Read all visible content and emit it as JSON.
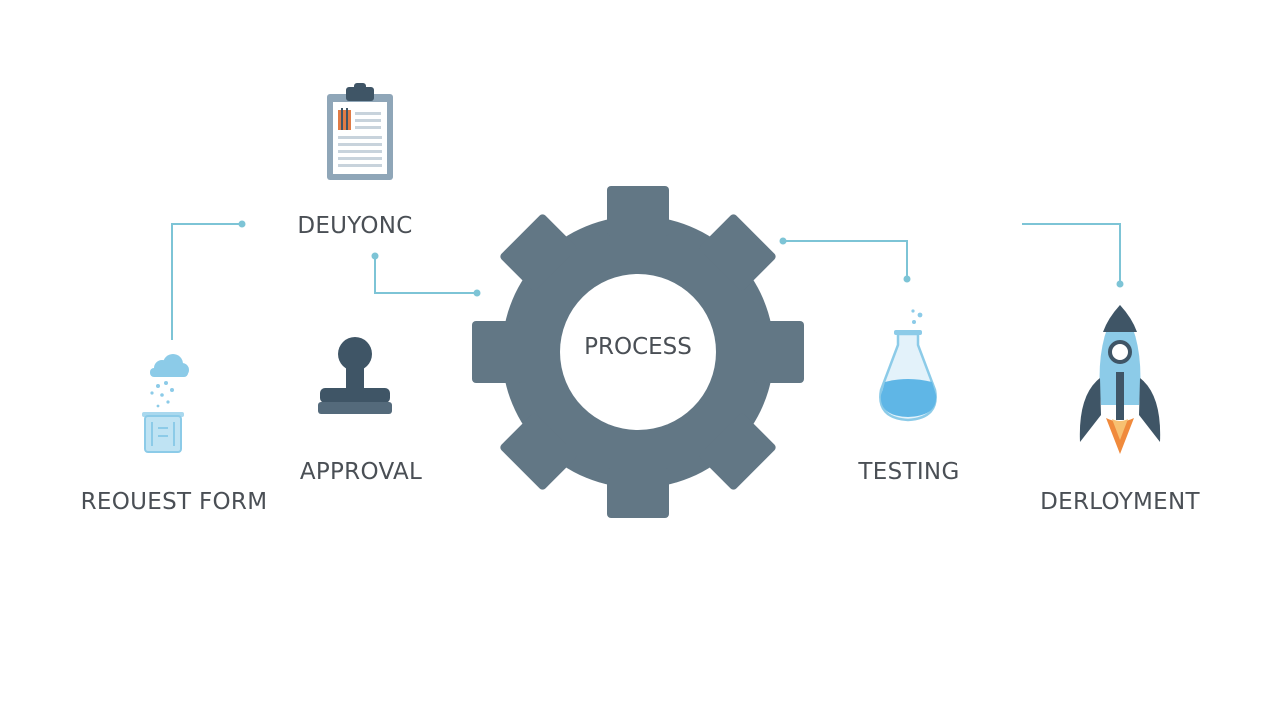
{
  "center": {
    "label": "PROCESS"
  },
  "stages": {
    "request_form": {
      "label": "REOUEST FORM"
    },
    "develop": {
      "label": "DEUYONC"
    },
    "approval": {
      "label": "APPROVAL"
    },
    "testing": {
      "label": "TESTING"
    },
    "deployment": {
      "label": "DERLOYMENT"
    }
  },
  "icons": {
    "request_form": "beaker-cloud-icon",
    "develop": "clipboard-icon",
    "approval": "stamp-icon",
    "testing": "flask-icon",
    "deployment": "rocket-icon"
  },
  "colors": {
    "gear": "#627785",
    "connector": "#7dc4d6",
    "text": "#4a4f55",
    "icon_blue": "#8ccbe8",
    "icon_dark": "#3f5566",
    "flame": "#f08a3c"
  }
}
